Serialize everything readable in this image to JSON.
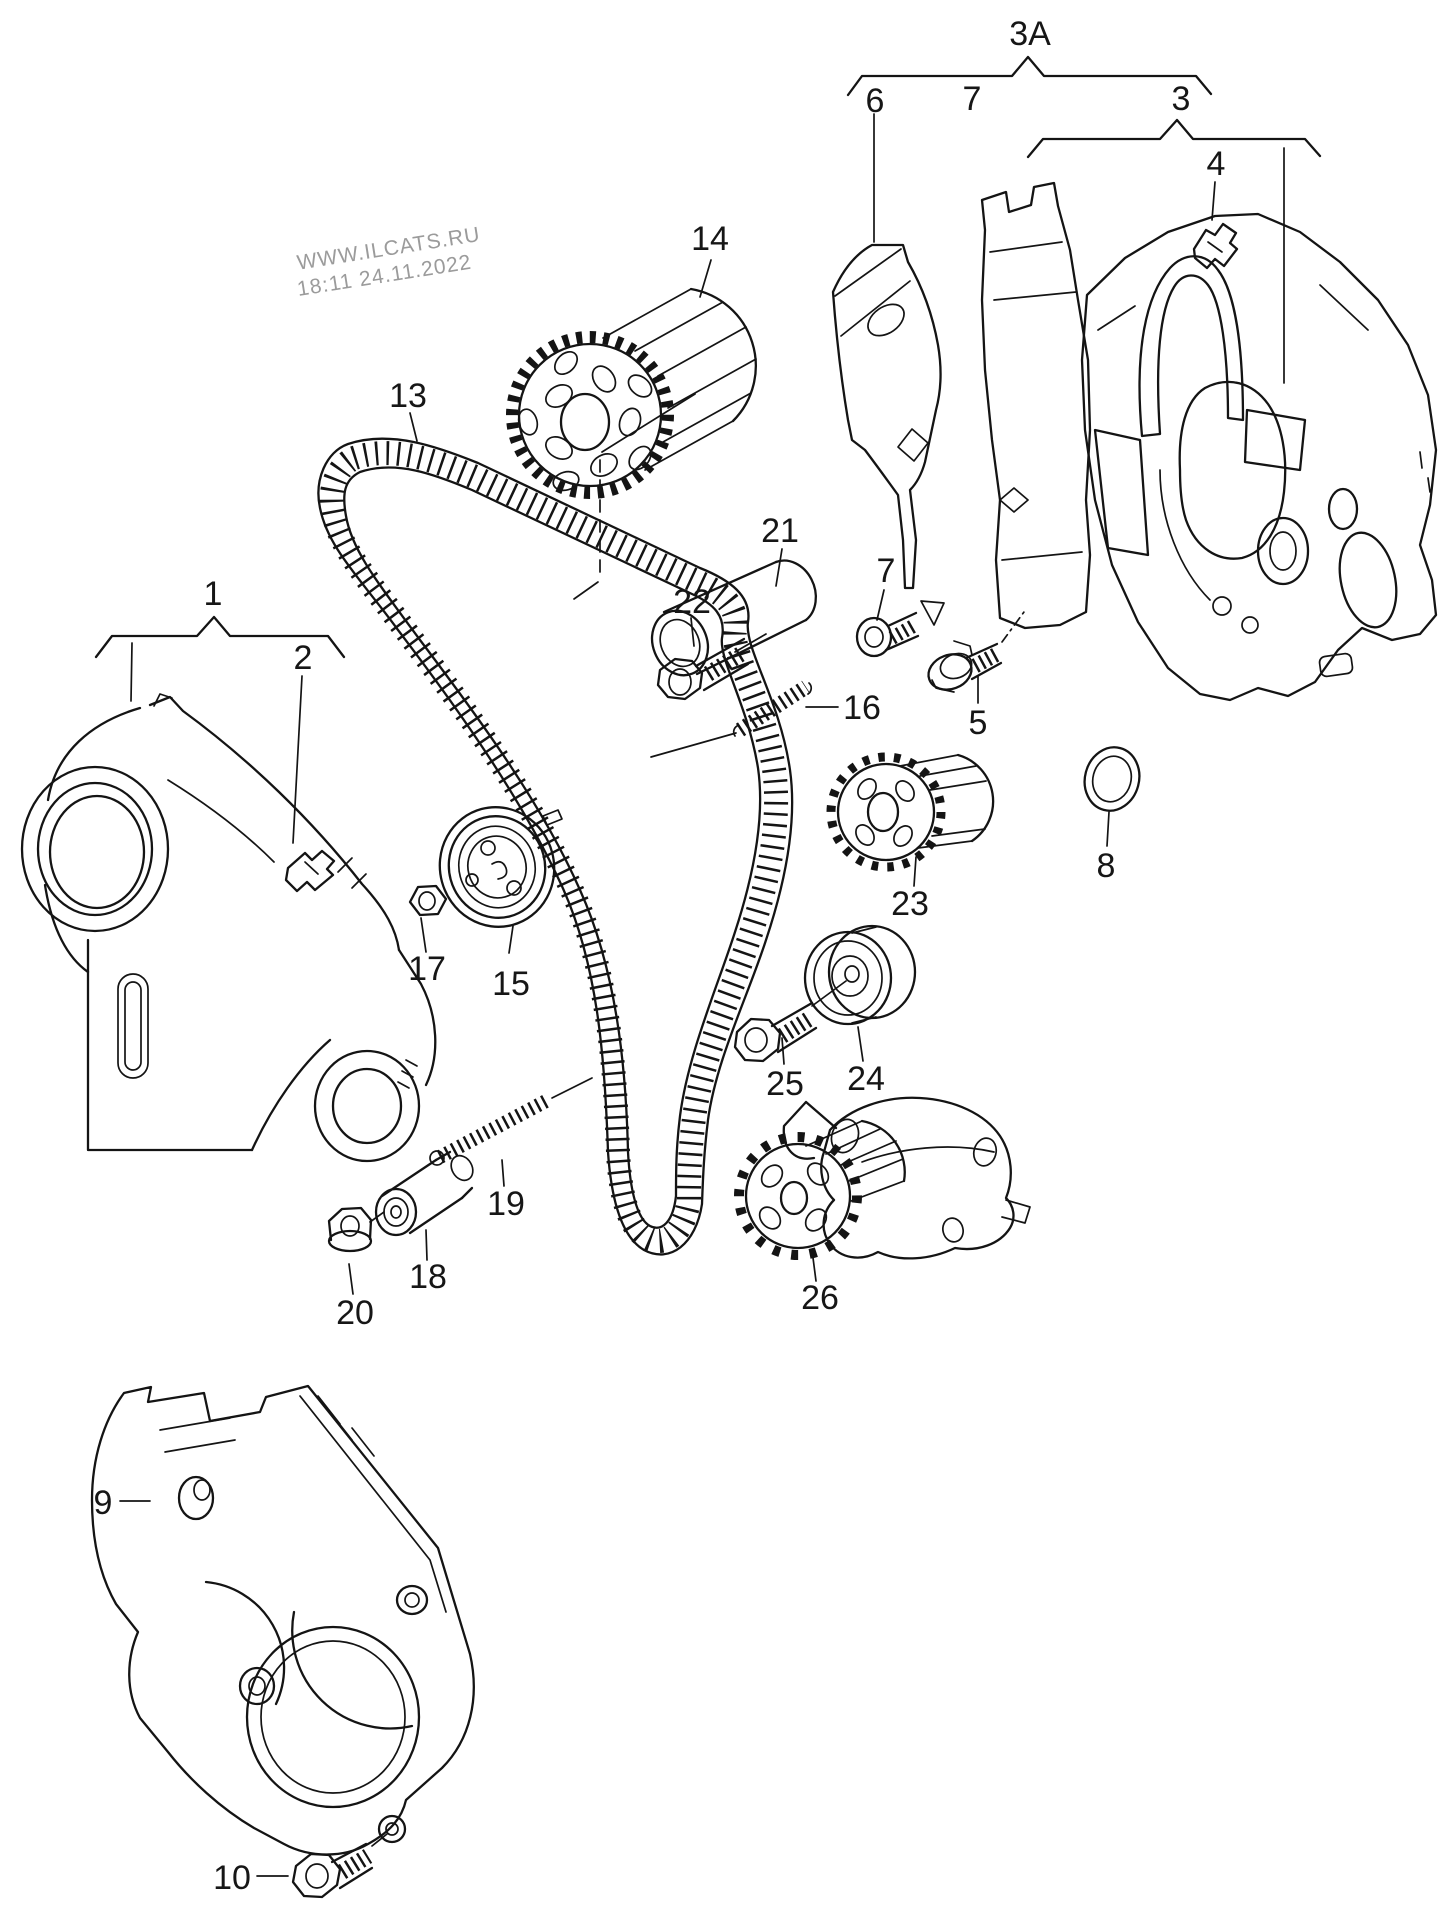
{
  "watermark": {
    "line1": "WWW.ILCATS.RU",
    "line2": "18:11 24.11.2022"
  },
  "colors": {
    "ink": "#141414",
    "watermark": "#9b9b9b",
    "background": "#ffffff"
  },
  "callouts": {
    "c1": "1",
    "c2": "2",
    "c3": "3",
    "c3a": "3A",
    "c4": "4",
    "c5": "5",
    "c6": "6",
    "c7top": "7",
    "c7mid": "7",
    "c8": "8",
    "c9": "9",
    "c10": "10",
    "c13": "13",
    "c14": "14",
    "c15": "15",
    "c16": "16",
    "c17": "17",
    "c18": "18",
    "c19": "19",
    "c20": "20",
    "c21": "21",
    "c22": "22",
    "c23": "23",
    "c24": "24",
    "c25": "25",
    "c26": "26"
  }
}
